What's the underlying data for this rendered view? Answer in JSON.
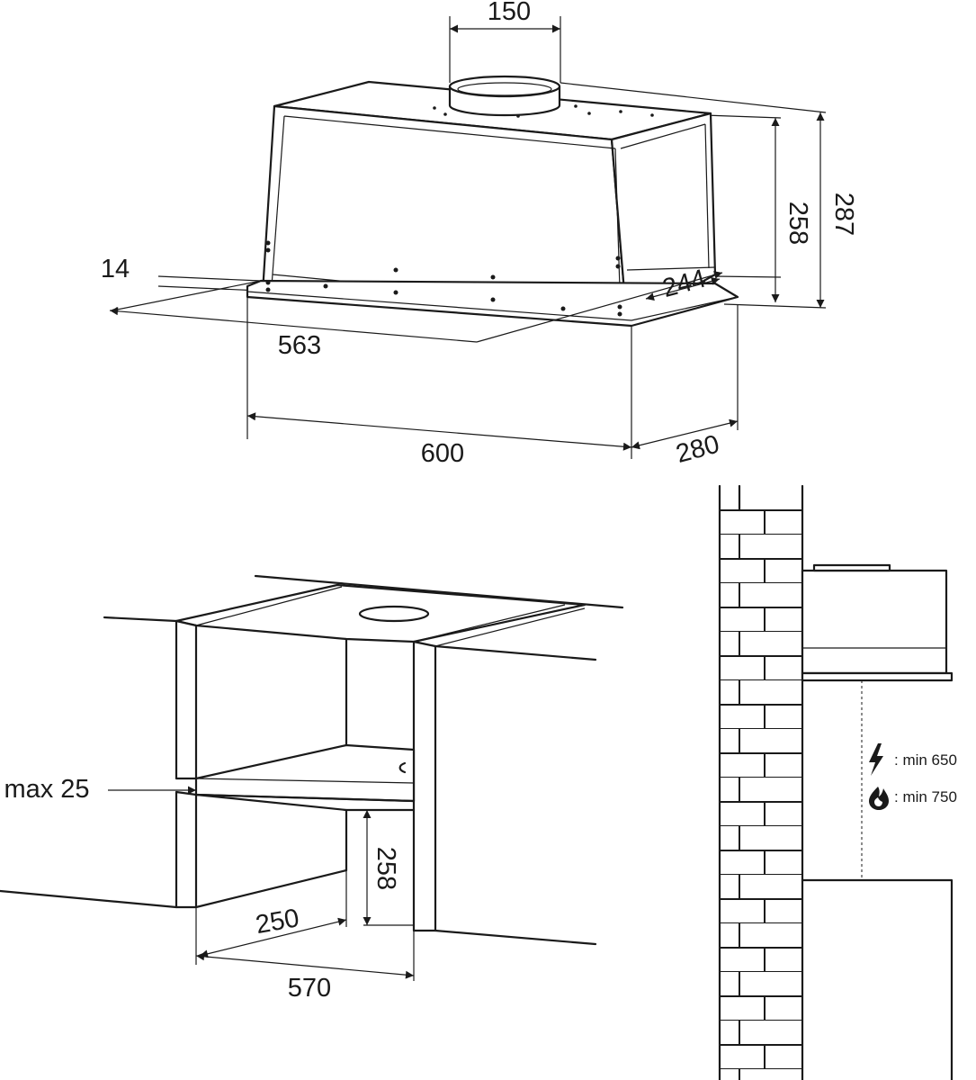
{
  "hood_dimensions": {
    "duct_diameter": "150",
    "body_height": "258",
    "total_height": "287",
    "flange_thickness": "14",
    "body_depth": "244",
    "body_width": "563",
    "panel_width": "600",
    "panel_depth": "280"
  },
  "cabinet_dimensions": {
    "max_shelf_thickness": "max 25",
    "cutout_height": "258",
    "cutout_depth": "250",
    "cutout_width": "570"
  },
  "wall_mount": {
    "electric_label": ": min 650",
    "gas_label": ": min 750",
    "electric_icon": "lightning-bolt",
    "gas_icon": "flame"
  }
}
